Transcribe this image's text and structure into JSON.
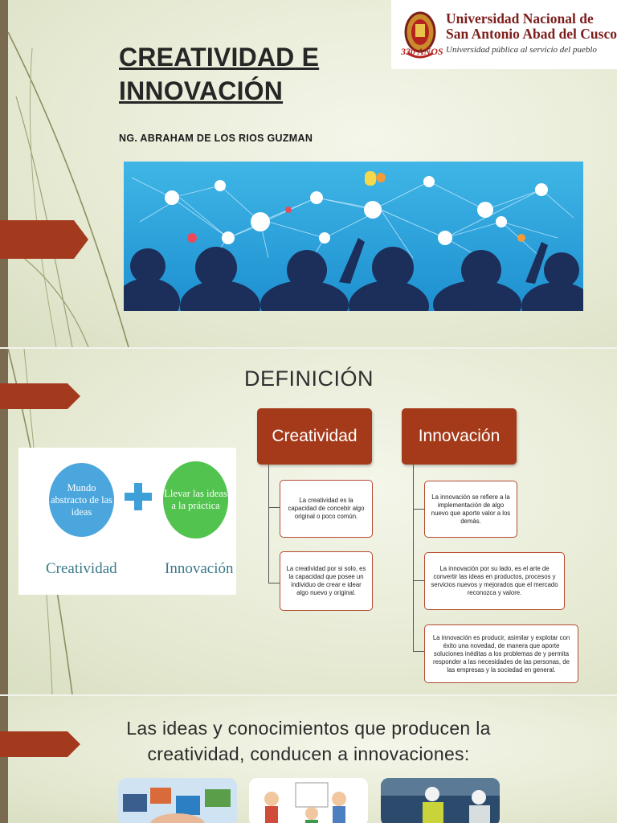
{
  "slide1": {
    "title_line1": "CREATIVIDAD E",
    "title_line2": "INNOVACIÓN",
    "author": "NG. ABRAHAM DE LOS RIOS GUZMAN",
    "logo": {
      "line1": "Universidad Nacional de",
      "line2": "San Antonio Abad del Cusco",
      "tagline": "Universidad pública al servicio del pueblo",
      "anniversary": "330 AÑOS"
    }
  },
  "slide2": {
    "heading": "DEFINICIÓN",
    "diagram": {
      "left_oval": "Mundo abstracto de las ideas",
      "right_oval": "Llevar las ideas a la práctica",
      "left_caption": "Creatividad",
      "right_caption": "Innovación"
    },
    "creatividad": {
      "header": "Creatividad",
      "items": [
        "La creatividad es la capacidad de concebir algo original o poco común.",
        "La creatividad por si solo, es la capacidad que posee un individuo de crear e idear algo nuevo y original."
      ]
    },
    "innovacion": {
      "header": "Innovación",
      "items": [
        "La innovación se refiere a la implementación de algo nuevo que aporte valor a los demás.",
        "La innovación por su lado, es el arte de convertir las ideas en productos, procesos y servicios nuevos y mejorados que el mercado reconozca y valore.",
        "La innovación es producir, asimilar y explotar con éxito una novedad, de manera que aporte soluciones inéditas a los problemas de y permita responder a las necesidades de las personas, de las empresas y la sociedad en general."
      ]
    }
  },
  "slide3": {
    "quote_line1": "Las ideas y conocimientos que producen la",
    "quote_line2": "creatividad, conducen a innovaciones:"
  },
  "colors": {
    "accent": "#a53a1a",
    "background": "#e6ead3",
    "oval_blue": "#4aa6dc",
    "oval_green": "#51c34e",
    "logo_red": "#7b1f1c"
  }
}
